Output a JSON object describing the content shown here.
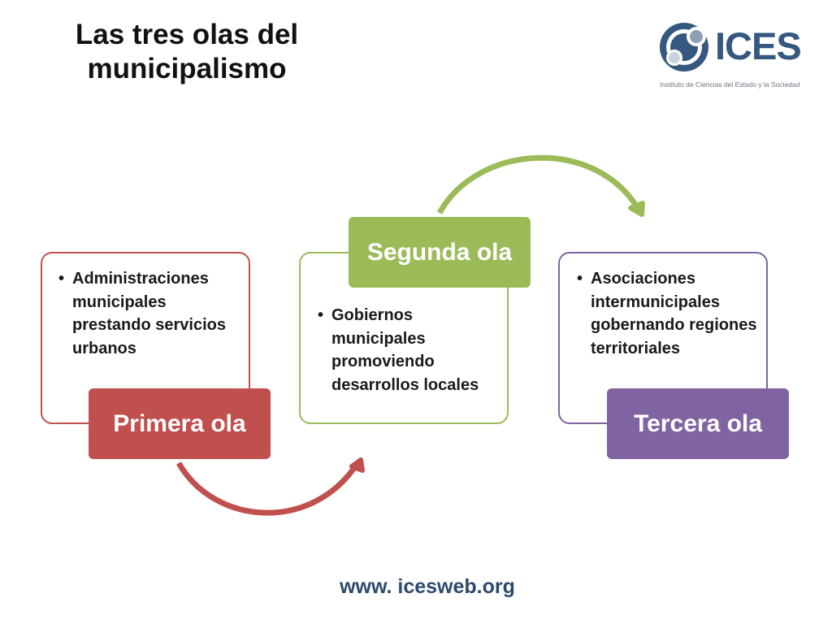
{
  "title": "Las tres olas del municipalismo",
  "logo": {
    "name": "ICES",
    "subtitle": "Instituto de Ciencias del Estado y la Sociedad",
    "icon": "ices-logo-icon",
    "color": "#34587f"
  },
  "waves": [
    {
      "label": "Primera ola",
      "description": "Administraciones municipales prestando servicios urbanos",
      "color": "#c0504d"
    },
    {
      "label": "Segunda ola",
      "description": "Gobiernos municipales promoviendo desarrollos locales",
      "color": "#9bbb59"
    },
    {
      "label": "Tercera ola",
      "description": "Asociaciones intermunicipales gobernando regiones territoriales",
      "color": "#8064a2"
    }
  ],
  "footer": {
    "url": "www. icesweb.org"
  }
}
